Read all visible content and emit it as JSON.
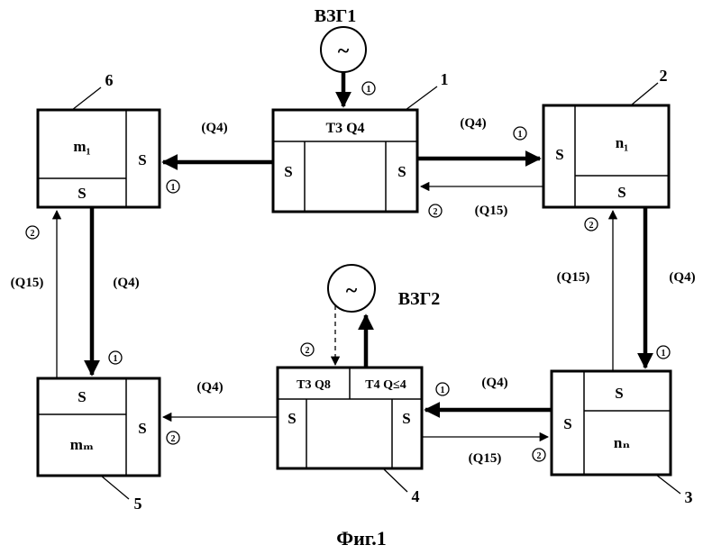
{
  "figure_caption": "Фиг.1",
  "generators": {
    "g1": {
      "label": "ВЗГ1",
      "symbol": "~"
    },
    "g2": {
      "label": "ВЗГ2",
      "symbol": "~"
    }
  },
  "nodes": {
    "n1": {
      "number": "1",
      "header": "Т3 Q4",
      "left": "S",
      "right": "S"
    },
    "n2": {
      "number": "2",
      "top": "n₁",
      "left": "S",
      "bottom": "S"
    },
    "n3": {
      "number": "3",
      "top": "S",
      "left": "S",
      "bottom": "nₙ"
    },
    "n4": {
      "number": "4",
      "header_left": "Т3 Q8",
      "header_right": "Т4 Q≤4",
      "left": "S",
      "right": "S"
    },
    "n5": {
      "number": "5",
      "top": "S",
      "bottom": "mₘ",
      "right": "S"
    },
    "n6": {
      "number": "6",
      "top": "m₁",
      "bottom": "S",
      "right": "S"
    }
  },
  "edge_labels": {
    "e1_6": "(Q4)",
    "e1_2": "(Q4)",
    "e2_1": "(Q15)",
    "e2_3": "(Q4)",
    "e3_2": "(Q15)",
    "e3_4": "(Q4)",
    "e4_3": "(Q15)",
    "e4_5": "(Q4)",
    "e6_5": "(Q4)",
    "e5_6": "(Q15)"
  },
  "markers": {
    "one": "1",
    "two": "2"
  }
}
